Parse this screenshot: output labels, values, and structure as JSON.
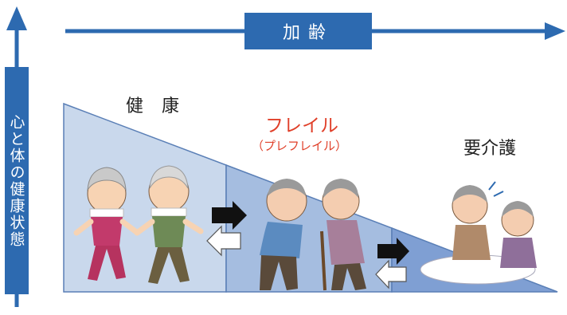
{
  "vertical_label": "心と体の健康状態",
  "horizontal_label": "加齢",
  "stages": {
    "healthy": "健 康",
    "frail": "フレイル",
    "prefrail": "（プレフレイル）",
    "care": "要介護"
  },
  "colors": {
    "axis_blue": "#2d6ab0",
    "accent_red": "#e0402a",
    "stage1_fill": "#c9d8ec",
    "stage2_fill": "#a5bde0",
    "stage3_fill": "#7f9fd3"
  },
  "icons": [
    "elderly-woman-walking-icon",
    "elderly-man-walking-icon",
    "frail-elderly-man-icon",
    "frail-elderly-woman-cane-icon",
    "bedridden-elder-icon",
    "caregiver-icon",
    "right-arrow-icon",
    "left-arrow-icon"
  ]
}
